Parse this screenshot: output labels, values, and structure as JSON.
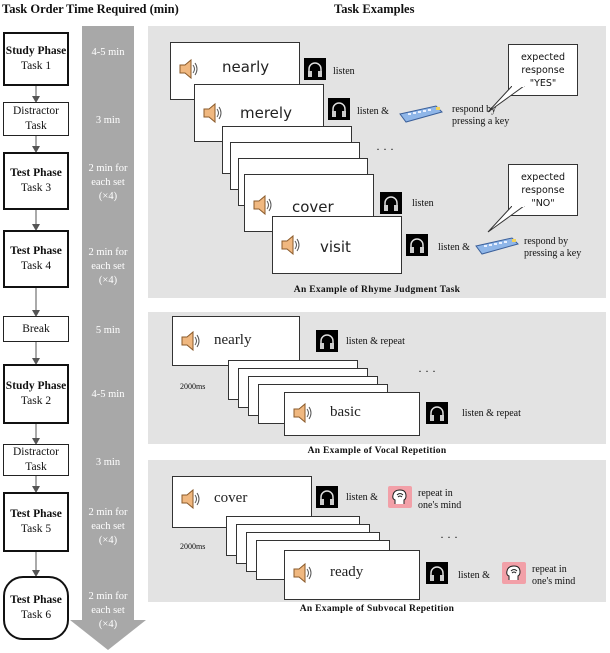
{
  "headers": {
    "task_order": "Task Order",
    "time_required": "Time Required (min)",
    "task_examples": "Task Examples"
  },
  "tasks": [
    {
      "phase": "Study Phase",
      "task": "Task 1",
      "time": [
        "4-5 min"
      ]
    },
    {
      "phase": "",
      "task": "Distractor Task",
      "time": [
        "3 min"
      ]
    },
    {
      "phase": "Test Phase",
      "task": "Task 3",
      "time": [
        "2 min for",
        "each set",
        "(×4)"
      ]
    },
    {
      "phase": "Test Phase",
      "task": "Task 4",
      "time": [
        "2 min for",
        "each set",
        "(×4)"
      ]
    },
    {
      "phase": "",
      "task": "Break",
      "time": [
        "5 min"
      ]
    },
    {
      "phase": "Study Phase",
      "task": "Task 2",
      "time": [
        "4-5 min"
      ]
    },
    {
      "phase": "",
      "task": "Distractor Task",
      "time": [
        "3 min"
      ]
    },
    {
      "phase": "Test Phase",
      "task": "Task 5",
      "time": [
        "2 min for",
        "each set",
        "(×4)"
      ]
    },
    {
      "phase": "Test Phase",
      "task": "Task 6",
      "time": [
        "2 min for",
        "each set",
        "(×4)"
      ]
    }
  ],
  "rhyme": {
    "title": "An Example of Rhyme Judgment Task",
    "words": [
      "nearly",
      "merely",
      "cover",
      "visit"
    ],
    "listen": "listen",
    "listen_and": "listen &",
    "respond": [
      "respond by",
      "pressing a key"
    ],
    "bubble_yes": [
      "expected",
      "response",
      "\"YES\""
    ],
    "bubble_no": [
      "expected",
      "response",
      "\"NO\""
    ],
    "ellipsis": "· · ·"
  },
  "vocal": {
    "title": "An Example of Vocal Repetition",
    "words": [
      "nearly",
      "basic"
    ],
    "listen_repeat": "listen  &  repeat",
    "interval": "2000ms",
    "ellipsis": "· · ·"
  },
  "subvocal": {
    "title": "An Example of Subvocal Repetition",
    "words": [
      "cover",
      "ready"
    ],
    "listen_and": "listen &",
    "repeat_mind": [
      "repeat    in",
      "one's mind"
    ],
    "interval": "2000ms",
    "ellipsis": "· · ·"
  }
}
